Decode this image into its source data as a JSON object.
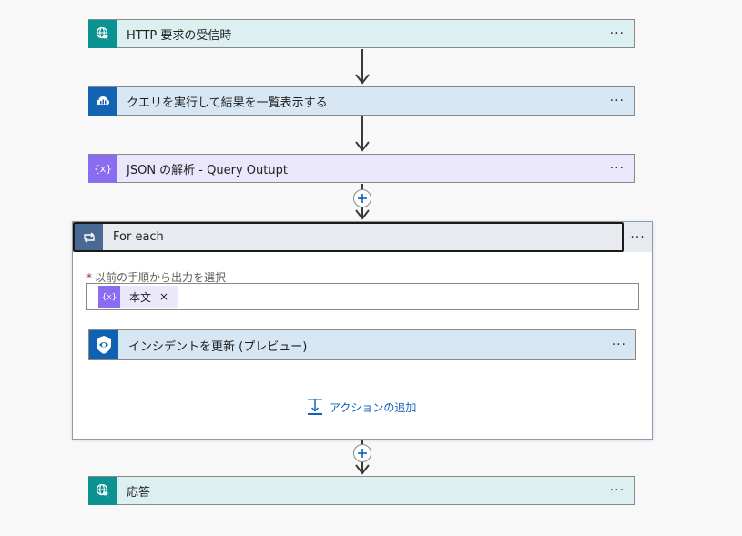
{
  "flow": {
    "steps": [
      {
        "title": "HTTP 要求の受信時",
        "icon": "globe-cursor-icon",
        "color": "#0a9390"
      },
      {
        "title": "クエリを実行して結果を一覧表示する",
        "icon": "data-explorer-icon",
        "color": "#1464b4"
      },
      {
        "title": "JSON の解析 - Query Outupt",
        "icon": "braces-icon",
        "color": "#8a6cf0"
      }
    ],
    "foreach": {
      "title": "For each",
      "icon": "loop-icon",
      "field_label": "以前の手順から出力を選択",
      "token_label": "本文",
      "token_remove": "×",
      "inner_action_title": "インシデントを更新",
      "inner_action_suffix": "(プレビュー)",
      "add_action_label": "アクションの追加"
    },
    "response": {
      "title": "応答",
      "icon": "globe-cursor-icon",
      "color": "#0a9390"
    },
    "more_label": "···"
  }
}
